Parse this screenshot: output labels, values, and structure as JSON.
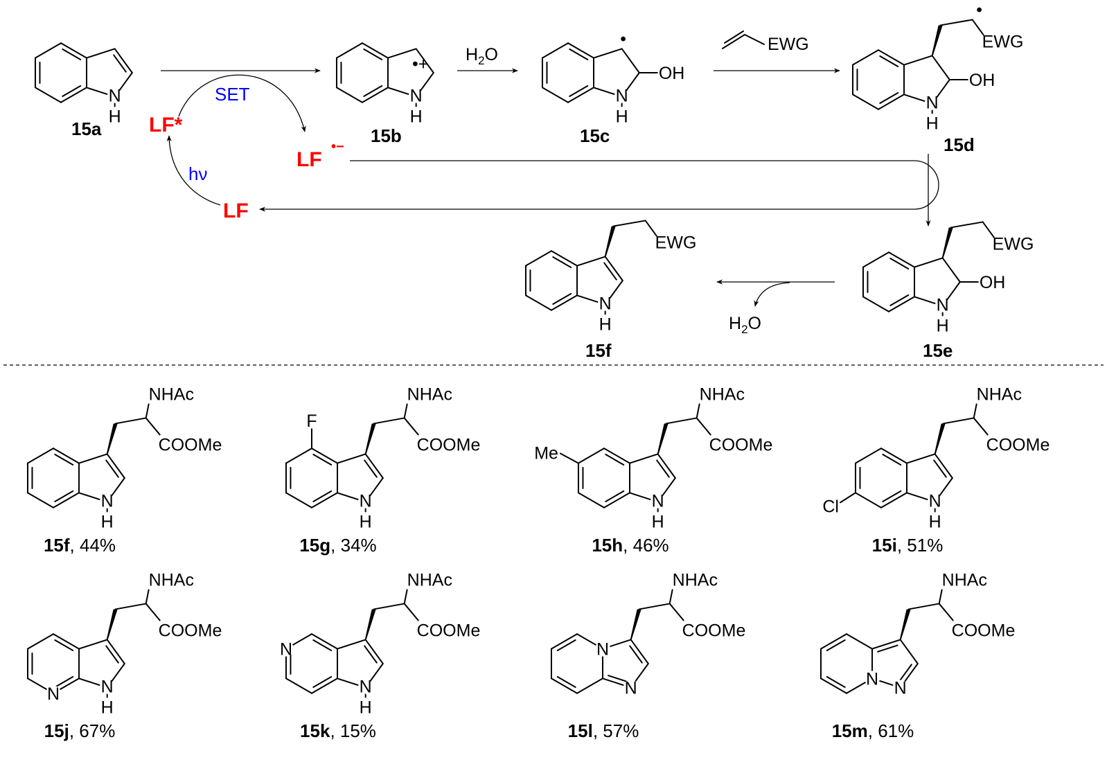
{
  "atoms": {
    "N": "N",
    "H": "H",
    "F": "F",
    "Me": "Me",
    "Cl": "Cl",
    "OH": "OH",
    "NHAc": "NHAc",
    "COOMe": "COOMe",
    "EWG": "EWG",
    "radical": "•",
    "radical_cation": "•+",
    "radical_anion": "•−"
  },
  "mechanism": {
    "compounds": {
      "a": "15a",
      "b": "15b",
      "c": "15c",
      "d": "15d",
      "e": "15e",
      "f": "15f"
    },
    "catalyst": {
      "excited": "LF*",
      "reduced": "LF",
      "ground": "LF"
    },
    "set_label": "SET",
    "light_label": "hν",
    "water": {
      "h": "H",
      "sub": "2",
      "o": "O"
    }
  },
  "products": [
    {
      "id": "15f",
      "yield": ", 44%"
    },
    {
      "id": "15g",
      "yield": ", 34%"
    },
    {
      "id": "15h",
      "yield": ", 46%"
    },
    {
      "id": "15i",
      "yield": ", 51%"
    },
    {
      "id": "15j",
      "yield": ", 67%"
    },
    {
      "id": "15k",
      "yield": ", 15%"
    },
    {
      "id": "15l",
      "yield": ", 57%"
    },
    {
      "id": "15m",
      "yield": ", 61%"
    }
  ],
  "colors": {
    "catalyst": "#ff0000",
    "annotation": "#0000ff"
  }
}
